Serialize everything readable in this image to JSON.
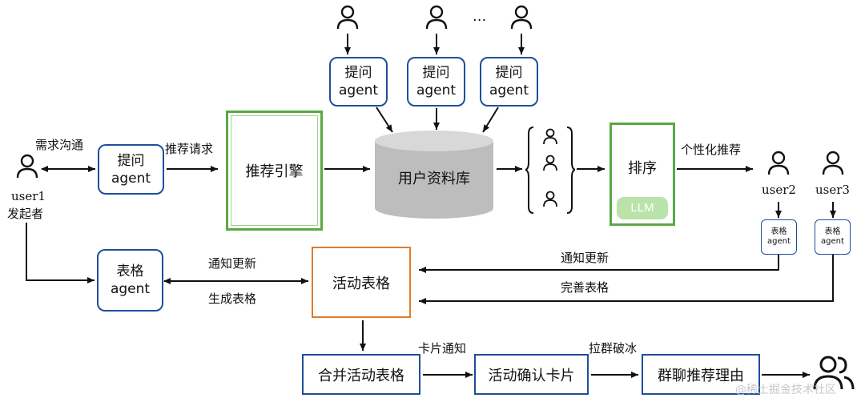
{
  "user1": {
    "name": "user1",
    "role": "发起者"
  },
  "user2": {
    "name": "user2"
  },
  "user3": {
    "name": "user3"
  },
  "agents": {
    "ask_agent": "提问\nagent",
    "table_agent": "表格\nagent",
    "table_agent_small": "表格\nagent"
  },
  "nodes": {
    "recommend_engine": "推荐引擎",
    "user_db": "用户资料库",
    "rank": "排序",
    "llm": "LLM",
    "activity_table": "活动表格",
    "merge_table": "合并活动表格",
    "confirm_card": "活动确认卡片",
    "group_reason": "群聊推荐理由"
  },
  "edge_labels": {
    "need_comm": "需求沟通",
    "rec_request": "推荐请求",
    "personal_rec": "个性化推荐",
    "notify_update_right": "通知更新",
    "complete_table": "完善表格",
    "notify_update_left": "通知更新",
    "gen_table": "生成表格",
    "card_notify": "卡片通知",
    "pull_group": "拉群破冰"
  },
  "ellipsis": "...",
  "watermark": "@稀土掘金技术社区"
}
